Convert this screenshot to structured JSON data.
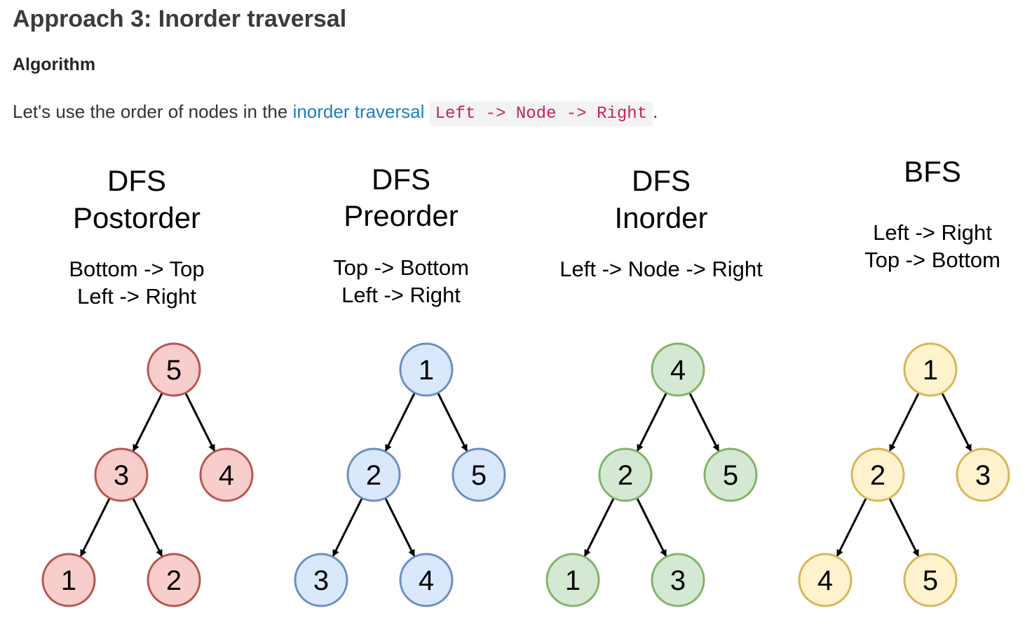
{
  "article": {
    "title": "Approach 3: Inorder traversal",
    "subtitle": "Algorithm",
    "intro_before": "Let's use the order of nodes in the ",
    "intro_link": "inorder traversal",
    "intro_code": "Left -> Node -> Right",
    "intro_after": "."
  },
  "diagrams": [
    {
      "title_lines": [
        "DFS",
        "Postorder"
      ],
      "desc_lines": [
        "Bottom -> Top",
        "Left -> Right"
      ],
      "fill": "#f8cecc",
      "stroke": "#b85450",
      "nodes": [
        "5",
        "3",
        "4",
        "1",
        "2"
      ]
    },
    {
      "title_lines": [
        "DFS",
        "Preorder"
      ],
      "desc_lines": [
        "Top -> Bottom",
        "Left -> Right"
      ],
      "fill": "#dae8fc",
      "stroke": "#6c8ebf",
      "nodes": [
        "1",
        "2",
        "5",
        "3",
        "4"
      ]
    },
    {
      "title_lines": [
        "DFS",
        "Inorder"
      ],
      "desc_lines": [
        "Left -> Node -> Right"
      ],
      "fill": "#d5e8d4",
      "stroke": "#82b366",
      "nodes": [
        "4",
        "2",
        "5",
        "1",
        "3"
      ]
    },
    {
      "title_lines": [
        "BFS"
      ],
      "desc_lines": [
        "Left -> Right",
        "Top -> Bottom"
      ],
      "fill": "#fff2cc",
      "stroke": "#d6b656",
      "nodes": [
        "1",
        "2",
        "3",
        "4",
        "5"
      ]
    }
  ]
}
